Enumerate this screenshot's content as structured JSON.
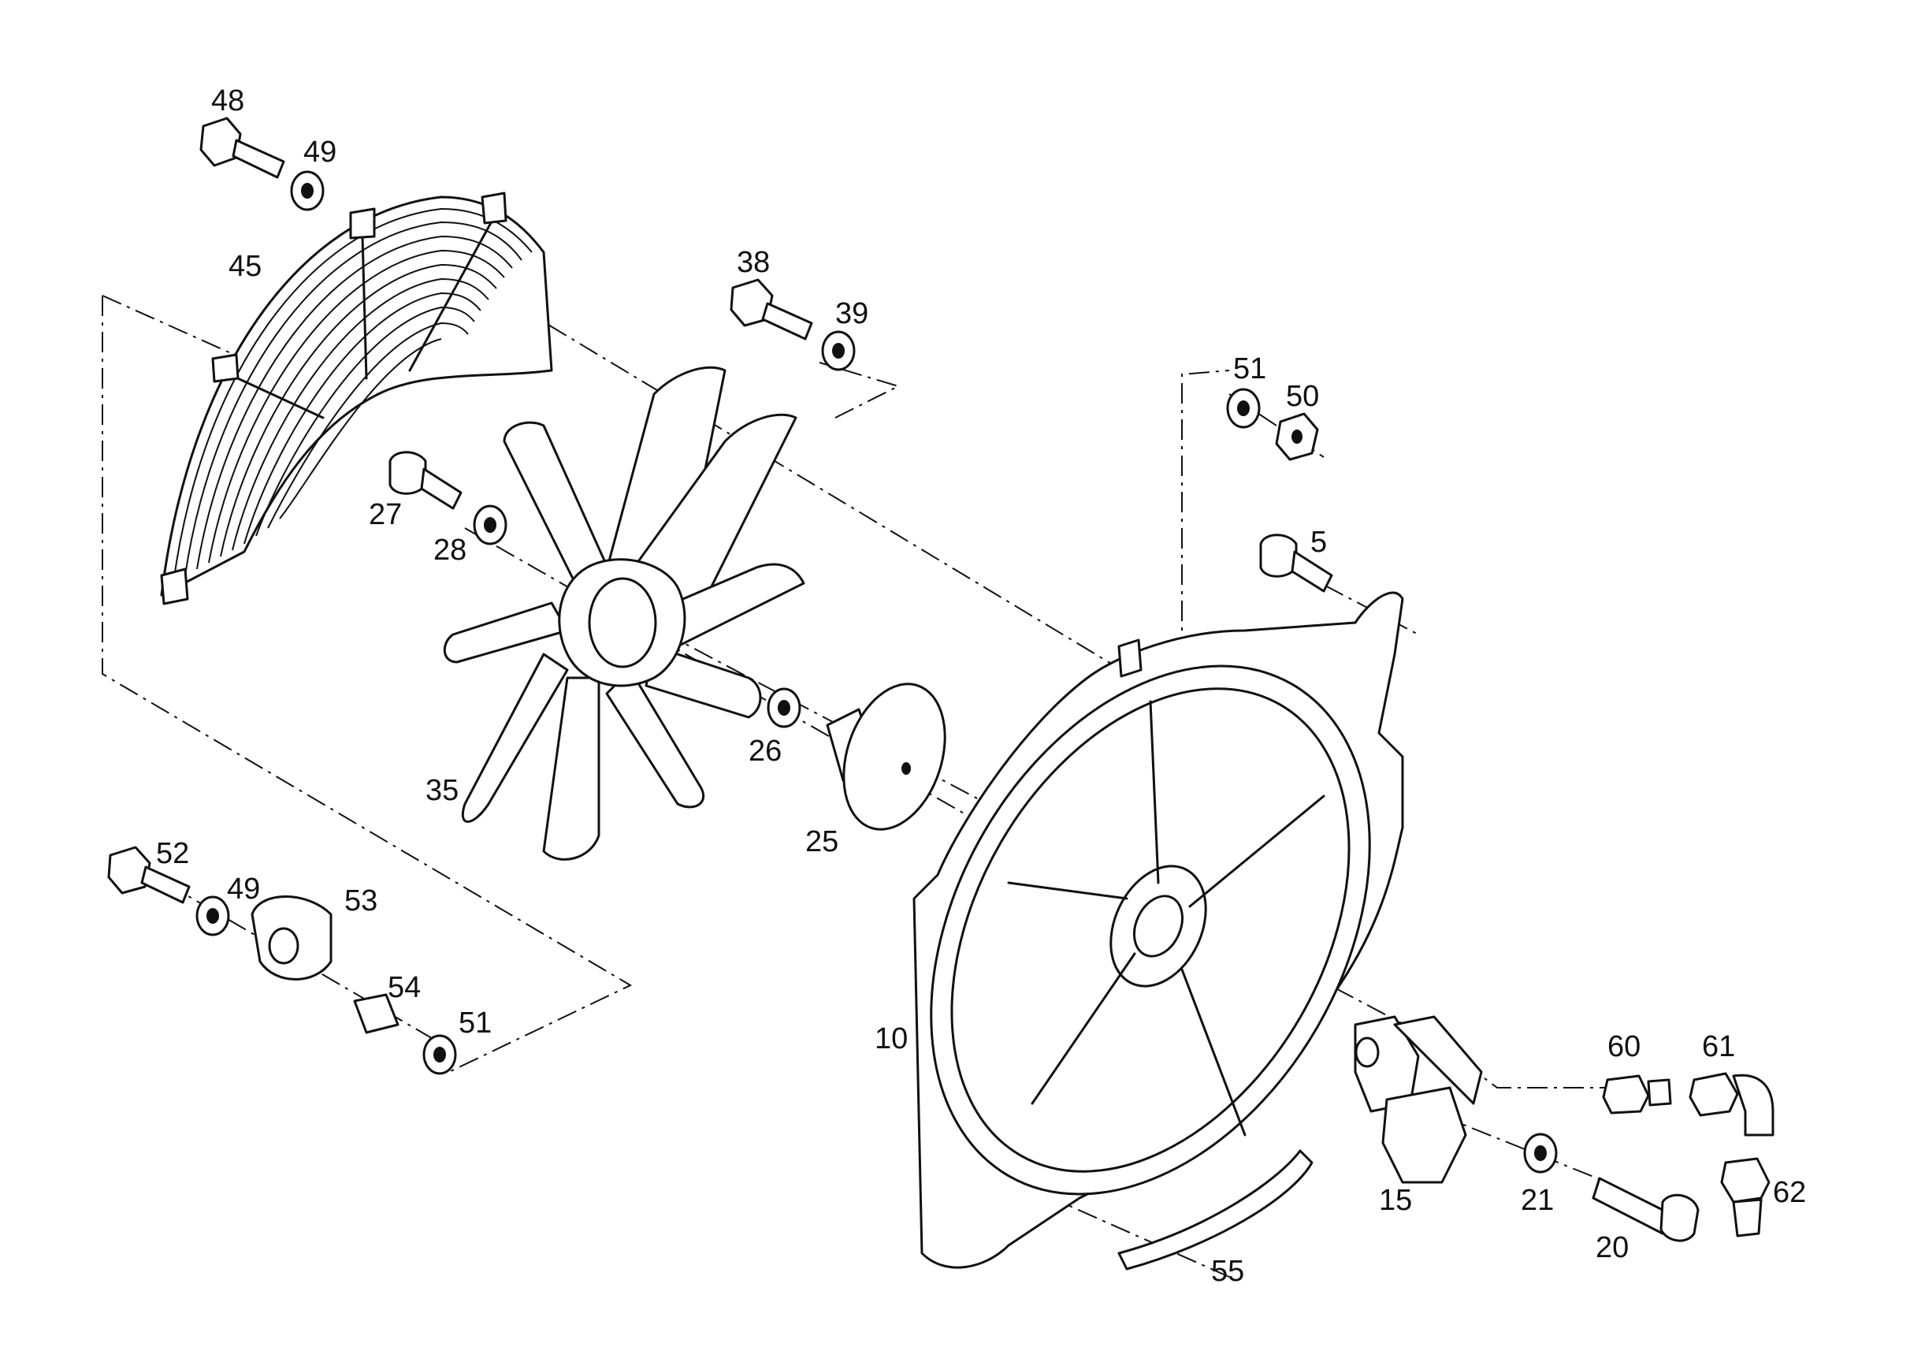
{
  "colors": {
    "line": "#111111",
    "background": "#ffffff"
  },
  "callouts": {
    "c48": "48",
    "c49a": "49",
    "c45": "45",
    "c38": "38",
    "c39": "39",
    "c51a": "51",
    "c50": "50",
    "c27": "27",
    "c28": "28",
    "c5": "5",
    "c26": "26",
    "c35": "35",
    "c25": "25",
    "c52": "52",
    "c49b": "49",
    "c53": "53",
    "c54": "54",
    "c51b": "51",
    "c10": "10",
    "c60": "60",
    "c61": "61",
    "c15": "15",
    "c21": "21",
    "c62": "62",
    "c20": "20",
    "c55": "55"
  }
}
